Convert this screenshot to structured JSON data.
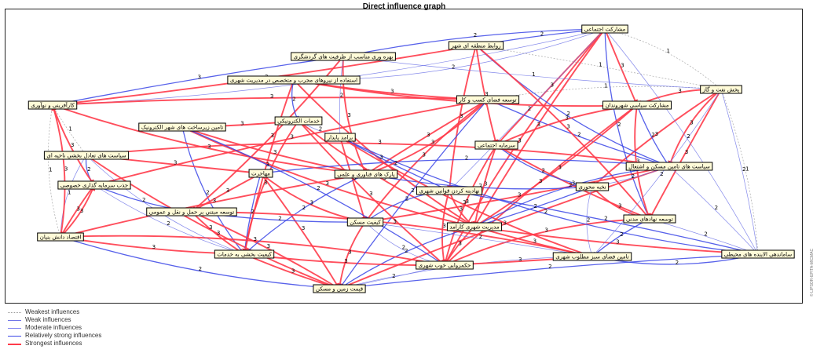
{
  "title": "Direct influence graph",
  "side_watermark": "© LIPSOR-EPITA-MICMAC",
  "colors": {
    "weakest": "#9a9a9a",
    "weak": "#6f74e8",
    "moderate": "#7a7ff0",
    "relatively_strong": "#3a45e6",
    "strongest": "#ff3b4a"
  },
  "legend": [
    {
      "label": "Weakest influences",
      "style": "weakest"
    },
    {
      "label": "Weak influences",
      "style": "weak"
    },
    {
      "label": "Moderate influences",
      "style": "moderate"
    },
    {
      "label": "Relatively strong influences",
      "style": "relatively_strong"
    },
    {
      "label": "Strongest influences",
      "style": "strongest"
    }
  ],
  "nodes": [
    {
      "id": "n1",
      "label": "مشارکت اجتماعی"
    },
    {
      "id": "n2",
      "label": "بهره وری مناسب از ظرفیت های گردشگری"
    },
    {
      "id": "n3",
      "label": "روابط منطقه ای شهر"
    },
    {
      "id": "n4",
      "label": "استفاده از نیروهای مجرب و متخصص در مدیریت شهری"
    },
    {
      "id": "n5",
      "label": "پخش نفت و گاز"
    },
    {
      "id": "n6",
      "label": "کارآفرینی و نوآوری"
    },
    {
      "id": "n7",
      "label": "توسعه فضای کسب و کار"
    },
    {
      "id": "n8",
      "label": "مشارکت سیاسی شهروندان"
    },
    {
      "id": "n9",
      "label": "خدمات الکترونیکی"
    },
    {
      "id": "n10",
      "label": "تامین زیرساخت های شهر الکترونیک"
    },
    {
      "id": "n11",
      "label": "برامد پایدار"
    },
    {
      "id": "n12",
      "label": "سرمایه اجتماعی"
    },
    {
      "id": "n13",
      "label": "سیاست های تعادل بخشی ناحیه ای"
    },
    {
      "id": "n14",
      "label": "سیاست های تامین مسکن و اشتغال"
    },
    {
      "id": "n15",
      "label": "مهاجرت"
    },
    {
      "id": "n16",
      "label": "پارک های فناوری و علمی"
    },
    {
      "id": "n17",
      "label": "جذب سرمایه گذاری خصوصی"
    },
    {
      "id": "n18",
      "label": "نخبه محوری"
    },
    {
      "id": "n19",
      "label": "نهادینه کردن قوانین شهری"
    },
    {
      "id": "n20",
      "label": "توسعه مبتنی بر حمل و نقل و عمومی"
    },
    {
      "id": "n21",
      "label": "کیفیت مسکن"
    },
    {
      "id": "n22",
      "label": "مدیریت شهری کارامد"
    },
    {
      "id": "n23",
      "label": "توسعه نهادهای مدنی"
    },
    {
      "id": "n24",
      "label": "اقتصاد دانش بنیان"
    },
    {
      "id": "n25",
      "label": "ساماندهی الاینده های محیطی"
    },
    {
      "id": "n26",
      "label": "کیفیت بخشی به خدمات"
    },
    {
      "id": "n27",
      "label": "تامین فضای سبز مطلوب شهری"
    },
    {
      "id": "n28",
      "label": "حکمروایی خوب شهری"
    },
    {
      "id": "n29",
      "label": "قیمت زمین و مسکن"
    }
  ],
  "edges": [
    {
      "from": "n2",
      "to": "n1",
      "strength": "relatively_strong",
      "weight": "2"
    },
    {
      "from": "n6",
      "to": "n2",
      "strength": "relatively_strong",
      "weight": "3"
    },
    {
      "from": "n6",
      "to": "n3",
      "strength": "strongest",
      "weight": "3"
    },
    {
      "from": "n6",
      "to": "n1",
      "strength": "weak",
      "weight": "2"
    },
    {
      "from": "n6",
      "to": "n24",
      "strength": "weakest",
      "weight": "1"
    },
    {
      "from": "n6",
      "to": "n13",
      "strength": "weakest",
      "weight": "1"
    },
    {
      "from": "n6",
      "to": "n7",
      "strength": "strongest",
      "weight": "3"
    },
    {
      "from": "n4",
      "to": "n7",
      "strength": "strongest",
      "weight": "3"
    },
    {
      "from": "n4",
      "to": "n22",
      "strength": "strongest",
      "weight": "3"
    },
    {
      "from": "n4",
      "to": "n1",
      "strength": "weak",
      "weight": "2"
    },
    {
      "from": "n3",
      "to": "n1",
      "strength": "relatively_strong",
      "weight": "2"
    },
    {
      "from": "n3",
      "to": "n12",
      "strength": "strongest",
      "weight": "3"
    },
    {
      "from": "n3",
      "to": "n19",
      "strength": "strongest",
      "weight": "3"
    },
    {
      "from": "n5",
      "to": "n8",
      "strength": "strongest",
      "weight": "3"
    },
    {
      "from": "n5",
      "to": "n14",
      "strength": "strongest",
      "weight": "3"
    },
    {
      "from": "n5",
      "to": "n25",
      "strength": "weak",
      "weight": "2"
    },
    {
      "from": "n5",
      "to": "n23",
      "strength": "strongest",
      "weight": "3"
    },
    {
      "from": "n5",
      "to": "n18",
      "strength": "strongest",
      "weight": "3"
    },
    {
      "from": "n5",
      "to": "n7",
      "strength": "weakest",
      "weight": "1"
    },
    {
      "from": "n5",
      "to": "n1",
      "strength": "weakest",
      "weight": "1"
    },
    {
      "from": "n1",
      "to": "n8",
      "strength": "strongest",
      "weight": "3"
    },
    {
      "from": "n1",
      "to": "n12",
      "strength": "strongest",
      "weight": "3"
    },
    {
      "from": "n1",
      "to": "n22",
      "strength": "strongest",
      "weight": "3"
    },
    {
      "from": "n1",
      "to": "n28",
      "strength": "strongest",
      "weight": "3"
    },
    {
      "from": "n1",
      "to": "n23",
      "strength": "relatively_strong",
      "weight": "2"
    },
    {
      "from": "n1",
      "to": "n25",
      "strength": "weak",
      "weight": "2"
    },
    {
      "from": "n7",
      "to": "n16",
      "strength": "strongest",
      "weight": "3"
    },
    {
      "from": "n7",
      "to": "n14",
      "strength": "relatively_strong",
      "weight": "2"
    },
    {
      "from": "n7",
      "to": "n21",
      "strength": "strongest",
      "weight": "3"
    },
    {
      "from": "n8",
      "to": "n23",
      "strength": "strongest",
      "weight": "3"
    },
    {
      "from": "n8",
      "to": "n22",
      "strength": "strongest",
      "weight": "3"
    },
    {
      "from": "n8",
      "to": "n14",
      "strength": "relatively_strong",
      "weight": "2"
    },
    {
      "from": "n8",
      "to": "n28",
      "strength": "strongest",
      "weight": "3"
    },
    {
      "from": "n9",
      "to": "n22",
      "strength": "strongest",
      "weight": "3"
    },
    {
      "from": "n9",
      "to": "n26",
      "strength": "strongest",
      "weight": "3"
    },
    {
      "from": "n9",
      "to": "n11",
      "strength": "weak",
      "weight": "2"
    },
    {
      "from": "n10",
      "to": "n9",
      "strength": "strongest",
      "weight": "3"
    },
    {
      "from": "n10",
      "to": "n16",
      "strength": "strongest",
      "weight": "3"
    },
    {
      "from": "n10",
      "to": "n22",
      "strength": "strongest",
      "weight": "3"
    },
    {
      "from": "n10",
      "to": "n26",
      "strength": "relatively_strong",
      "weight": "2"
    },
    {
      "from": "n11",
      "to": "n21",
      "strength": "strongest",
      "weight": "3"
    },
    {
      "from": "n11",
      "to": "n19",
      "strength": "relatively_strong",
      "weight": "2"
    },
    {
      "from": "n12",
      "to": "n23",
      "strength": "strongest",
      "weight": "3"
    },
    {
      "from": "n12",
      "to": "n28",
      "strength": "strongest",
      "weight": "3"
    },
    {
      "from": "n12",
      "to": "n18",
      "strength": "relatively_strong",
      "weight": "2"
    },
    {
      "from": "n13",
      "to": "n14",
      "strength": "strongest",
      "weight": "3"
    },
    {
      "from": "n13",
      "to": "n15",
      "strength": "strongest",
      "weight": "3"
    },
    {
      "from": "n13",
      "to": "n17",
      "strength": "relatively_strong",
      "weight": "2"
    },
    {
      "from": "n13",
      "to": "n29",
      "strength": "strongest",
      "weight": "3"
    },
    {
      "from": "n13",
      "to": "n24",
      "strength": "weak",
      "weight": "1"
    },
    {
      "from": "n14",
      "to": "n25",
      "strength": "weak",
      "weight": "2"
    },
    {
      "from": "n14",
      "to": "n21",
      "strength": "strongest",
      "weight": "3"
    },
    {
      "from": "n14",
      "to": "n29",
      "strength": "strongest",
      "weight": "3"
    },
    {
      "from": "n14",
      "to": "n15",
      "strength": "relatively_strong",
      "weight": "2"
    },
    {
      "from": "n15",
      "to": "n21",
      "strength": "strongest",
      "weight": "3"
    },
    {
      "from": "n15",
      "to": "n29",
      "strength": "strongest",
      "weight": "3"
    },
    {
      "from": "n15",
      "to": "n26",
      "strength": "relatively_strong",
      "weight": "2"
    },
    {
      "from": "n16",
      "to": "n24",
      "strength": "strongest",
      "weight": "3"
    },
    {
      "from": "n16",
      "to": "n18",
      "strength": "relatively_strong",
      "weight": "2"
    },
    {
      "from": "n16",
      "to": "n7",
      "strength": "strongest",
      "weight": "3"
    },
    {
      "from": "n17",
      "to": "n24",
      "strength": "strongest",
      "weight": "3"
    },
    {
      "from": "n17",
      "to": "n7",
      "strength": "strongest",
      "weight": "3"
    },
    {
      "from": "n17",
      "to": "n20",
      "strength": "relatively_strong",
      "weight": "2"
    },
    {
      "from": "n17",
      "to": "n26",
      "strength": "weak",
      "weight": "2"
    },
    {
      "from": "n18",
      "to": "n23",
      "strength": "strongest",
      "weight": "3"
    },
    {
      "from": "n18",
      "to": "n22",
      "strength": "relatively_strong",
      "weight": "2"
    },
    {
      "from": "n18",
      "to": "n14",
      "strength": "weak",
      "weight": "2"
    },
    {
      "from": "n19",
      "to": "n22",
      "strength": "strongest",
      "weight": "3"
    },
    {
      "from": "n19",
      "to": "n28",
      "strength": "strongest",
      "weight": "3"
    },
    {
      "from": "n19",
      "to": "n21",
      "strength": "relatively_strong",
      "weight": "2"
    },
    {
      "from": "n20",
      "to": "n29",
      "strength": "strongest",
      "weight": "3"
    },
    {
      "from": "n20",
      "to": "n26",
      "strength": "strongest",
      "weight": "3"
    },
    {
      "from": "n20",
      "to": "n21",
      "strength": "relatively_strong",
      "weight": "2"
    },
    {
      "from": "n21",
      "to": "n29",
      "strength": "strongest",
      "weight": "3"
    },
    {
      "from": "n21",
      "to": "n28",
      "strength": "weak",
      "weight": "2"
    },
    {
      "from": "n22",
      "to": "n28",
      "strength": "strongest",
      "weight": "3"
    },
    {
      "from": "n22",
      "to": "n27",
      "strength": "strongest",
      "weight": "3"
    },
    {
      "from": "n22",
      "to": "n25",
      "strength": "strongest",
      "weight": "3"
    },
    {
      "from": "n22",
      "to": "n29",
      "strength": "relatively_strong",
      "weight": "2"
    },
    {
      "from": "n23",
      "to": "n28",
      "strength": "strongest",
      "weight": "3"
    },
    {
      "from": "n23",
      "to": "n25",
      "strength": "weak",
      "weight": "2"
    },
    {
      "from": "n23",
      "to": "n27",
      "strength": "relatively_strong",
      "weight": "2"
    },
    {
      "from": "n24",
      "to": "n26",
      "strength": "strongest",
      "weight": "3"
    },
    {
      "from": "n24",
      "to": "n29",
      "strength": "relatively_strong",
      "weight": "2"
    },
    {
      "from": "n24",
      "to": "n6",
      "strength": "strongest",
      "weight": "3"
    },
    {
      "from": "n24",
      "to": "n28",
      "strength": "strongest",
      "weight": "3"
    },
    {
      "from": "n26",
      "to": "n29",
      "strength": "strongest",
      "weight": "3"
    },
    {
      "from": "n26",
      "to": "n28",
      "strength": "strongest",
      "weight": "3"
    },
    {
      "from": "n27",
      "to": "n29",
      "strength": "weak",
      "weight": "2"
    },
    {
      "from": "n27",
      "to": "n25",
      "strength": "relatively_strong",
      "weight": "2"
    },
    {
      "from": "n28",
      "to": "n29",
      "strength": "weak",
      "weight": "2"
    },
    {
      "from": "n28",
      "to": "n27",
      "strength": "strongest",
      "weight": "3"
    },
    {
      "from": "n25",
      "to": "n29",
      "strength": "relatively_strong",
      "weight": "2"
    },
    {
      "from": "n25",
      "to": "n5",
      "strength": "weakest",
      "weight": "1"
    },
    {
      "from": "n2",
      "to": "n16",
      "strength": "strongest",
      "weight": "3"
    },
    {
      "from": "n2",
      "to": "n20",
      "strength": "strongest",
      "weight": "3"
    },
    {
      "from": "n2",
      "to": "n11",
      "strength": "weak",
      "weight": "2"
    },
    {
      "from": "n4",
      "to": "n26",
      "strength": "strongest",
      "weight": "3"
    },
    {
      "from": "n4",
      "to": "n9",
      "strength": "relatively_strong",
      "weight": "2"
    },
    {
      "from": "n3",
      "to": "n14",
      "strength": "relatively_strong",
      "weight": "2"
    },
    {
      "from": "n3",
      "to": "n23",
      "strength": "strongest",
      "weight": "3"
    },
    {
      "from": "n1",
      "to": "n19",
      "strength": "weak",
      "weight": "2"
    },
    {
      "from": "n6",
      "to": "n17",
      "strength": "strongest",
      "weight": "3"
    },
    {
      "from": "n6",
      "to": "n16",
      "strength": "strongest",
      "weight": "3"
    },
    {
      "from": "n13",
      "to": "n26",
      "strength": "weak",
      "weight": "2"
    },
    {
      "from": "n10",
      "to": "n28",
      "strength": "relatively_strong",
      "weight": "2"
    },
    {
      "from": "n12",
      "to": "n22",
      "strength": "strongest",
      "weight": "3"
    },
    {
      "from": "n7",
      "to": "n29",
      "strength": "relatively_strong",
      "weight": "2"
    },
    {
      "from": "n16",
      "to": "n26",
      "strength": "relatively_strong",
      "weight": "2"
    },
    {
      "from": "n18",
      "to": "n27",
      "strength": "weak",
      "weight": "2"
    },
    {
      "from": "n20",
      "to": "n27",
      "strength": "strongest",
      "weight": "3"
    },
    {
      "from": "n19",
      "to": "n25",
      "strength": "relatively_strong",
      "weight": "2"
    },
    {
      "from": "n9",
      "to": "n28",
      "strength": "strongest",
      "weight": "3"
    },
    {
      "from": "n11",
      "to": "n27",
      "strength": "strongest",
      "weight": "3"
    },
    {
      "from": "n11",
      "to": "n25",
      "strength": "relatively_strong",
      "weight": "2"
    },
    {
      "from": "n15",
      "to": "n20",
      "strength": "strongest",
      "weight": "3"
    },
    {
      "from": "n21",
      "to": "n27",
      "strength": "weak",
      "weight": "2"
    },
    {
      "from": "n24",
      "to": "n17",
      "strength": "strongest",
      "weight": "3"
    },
    {
      "from": "n8",
      "to": "n12",
      "strength": "strongest",
      "weight": "3"
    },
    {
      "from": "n14",
      "to": "n22",
      "strength": "relatively_strong",
      "weight": "2"
    },
    {
      "from": "n5",
      "to": "n27",
      "strength": "weak",
      "weight": "2"
    },
    {
      "from": "n3",
      "to": "n5",
      "strength": "weakest",
      "weight": "1"
    },
    {
      "from": "n2",
      "to": "n5",
      "strength": "weak",
      "weight": "1"
    },
    {
      "from": "n4",
      "to": "n8",
      "strength": "strongest",
      "weight": "3"
    }
  ]
}
